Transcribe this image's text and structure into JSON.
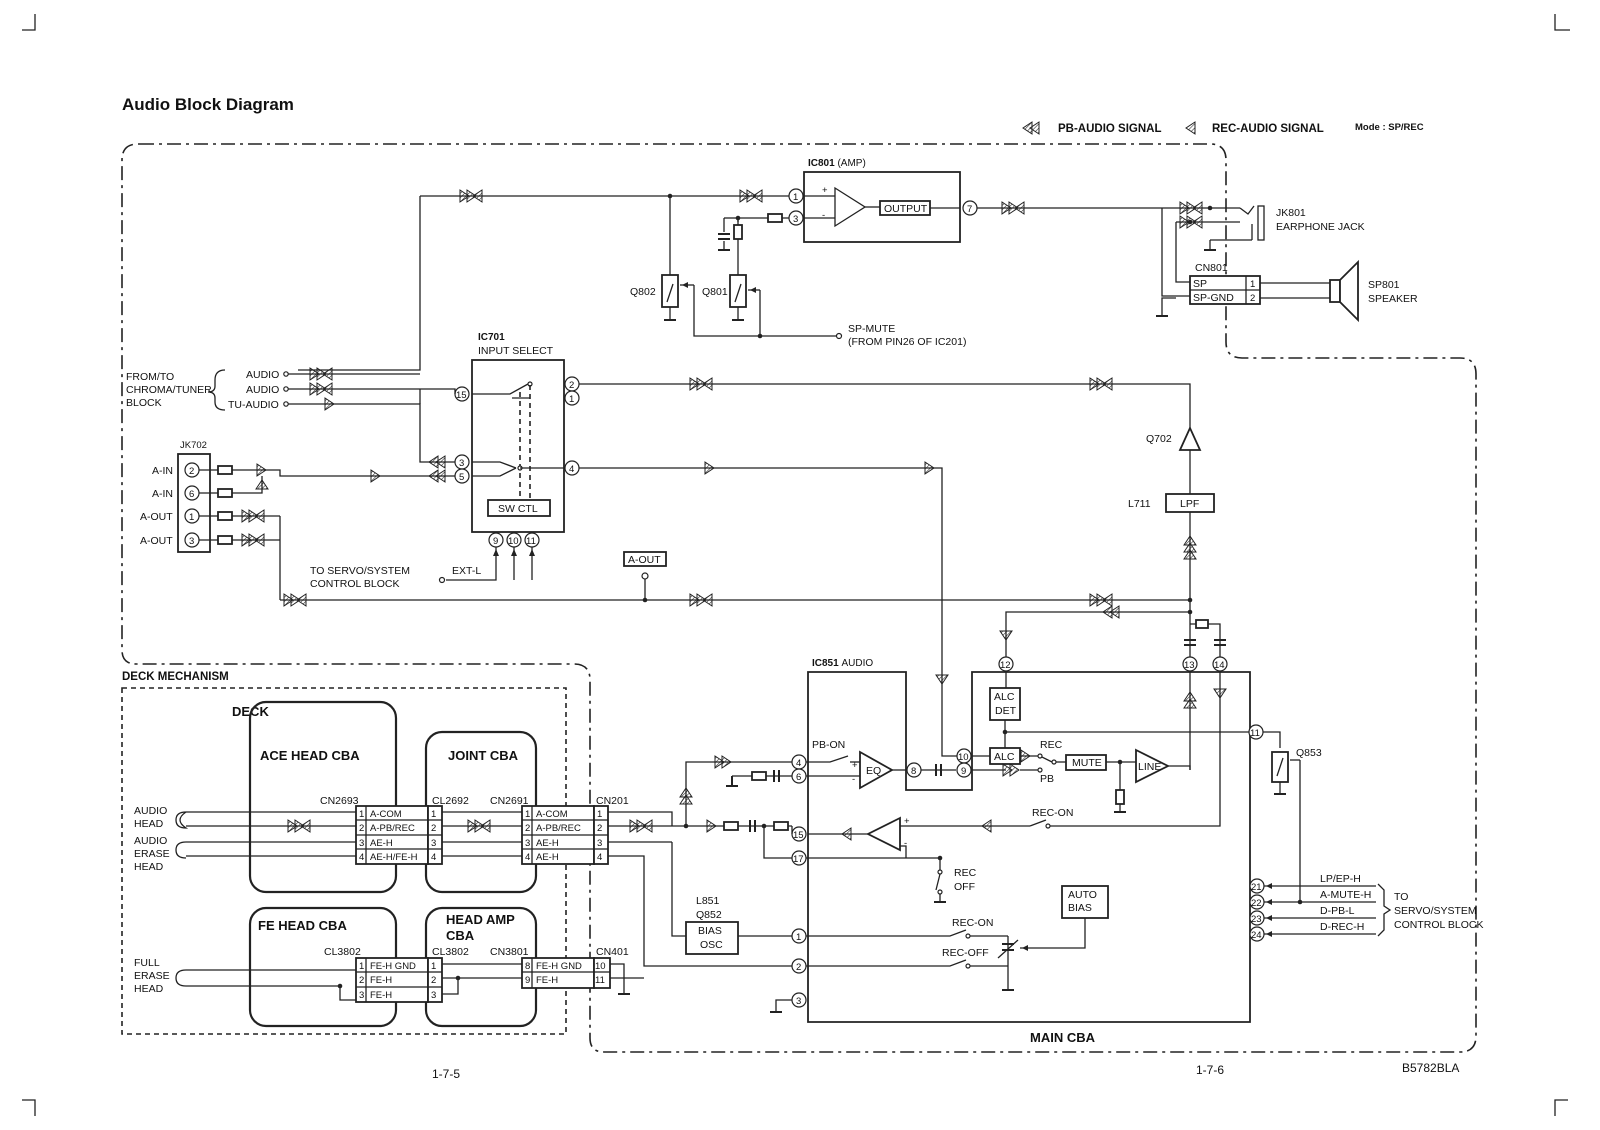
{
  "title": "Audio Block Diagram",
  "legend": {
    "pb": "PB-AUDIO SIGNAL",
    "rec": "REC-AUDIO SIGNAL",
    "mode": "Mode : SP/REC"
  },
  "corner_text": "B5782BLA",
  "page_left": "1-7-5",
  "page_right": "1-7-6",
  "labels": {
    "ic801": "IC801",
    "ic801_amp": "(AMP)",
    "output": "OUTPUT",
    "jk801": "JK801",
    "earphone": "EARPHONE JACK",
    "cn801": "CN801",
    "sp": "SP",
    "spgnd": "SP-GND",
    "sp801": "SP801",
    "speaker": "SPEAKER",
    "q802": "Q802",
    "q801": "Q801",
    "spmute": "SP-MUTE",
    "spmute_from": "(FROM PIN26 OF IC201)",
    "ic701": "IC701",
    "input_select": "INPUT SELECT",
    "from_to": "FROM/TO",
    "chroma": "CHROMA/TUNER",
    "block": "BLOCK",
    "audio1": "AUDIO",
    "audio2": "AUDIO",
    "tu_audio": "TU-AUDIO",
    "jk702": "JK702",
    "ain1": "A-IN",
    "ain2": "A-IN",
    "aout1": "A-OUT",
    "aout2": "A-OUT",
    "swctl": "SW CTL",
    "to_servo1": "TO SERVO/SYSTEM",
    "control_block1": "CONTROL BLOCK",
    "extl": "EXT-L",
    "aout_box": "A-OUT",
    "q702": "Q702",
    "l711": "L711",
    "lpf": "LPF",
    "ic851": "IC851",
    "ic851_audio": "AUDIO",
    "alc_det1": "ALC",
    "alc_det2": "DET",
    "alc": "ALC",
    "eq": "EQ",
    "pbon": "PB-ON",
    "rec": "REC",
    "pb": "PB",
    "mute": "MUTE",
    "line": "LINE",
    "q853": "Q853",
    "recon1": "REC-ON",
    "rec_sw": "REC",
    "off_sw": "OFF",
    "auto1": "AUTO",
    "auto2": "BIAS",
    "recon2": "REC-ON",
    "recoff": "REC-OFF",
    "l851": "L851",
    "q852": "Q852",
    "bias": "BIAS",
    "osc": "OSC",
    "main_cba": "MAIN CBA",
    "lpep": "LP/EP-H",
    "amuteh": "A-MUTE-H",
    "dpbl": "D-PB-L",
    "drech": "D-REC-H",
    "to2": "TO",
    "servo2": "SERVO/SYSTEM",
    "control2": "CONTROL BLOCK",
    "deck_mech": "DECK MECHANISM",
    "deck": "DECK",
    "ace": "ACE HEAD CBA",
    "joint": "JOINT CBA",
    "fe": "FE HEAD CBA",
    "headamp1": "HEAD AMP",
    "headamp2": "CBA",
    "audio_head1": "AUDIO",
    "audio_head2": "HEAD",
    "erase_head1": "AUDIO",
    "erase_head2": "ERASE",
    "erase_head3": "HEAD",
    "full1": "FULL",
    "full2": "ERASE",
    "full3": "HEAD",
    "cn2693": "CN2693",
    "cl2692": "CL2692",
    "cn2691": "CN2691",
    "cn201": "CN201",
    "cl3802a": "CL3802",
    "cl3802b": "CL3802",
    "cn3801": "CN3801",
    "cn401": "CN401",
    "acom": "A-COM",
    "apbrec": "A-PB/REC",
    "aeh": "AE-H",
    "aehfeh": "AE-H/FE-H",
    "acom2": "A-COM",
    "apbrec2": "A-PB/REC",
    "aeh2": "AE-H",
    "aeh3": "AE-H",
    "fehgnd": "FE-H GND",
    "feh": "FE-H",
    "feh2": "FE-H",
    "fehgnd2": "FE-H GND",
    "feh3": "FE-H"
  },
  "pins": {
    "p1": "1",
    "p2": "2",
    "p3": "3",
    "p4": "4",
    "p5": "5",
    "p6": "6",
    "p7": "7",
    "p8": "8",
    "p9": "9",
    "p10": "10",
    "p11": "11",
    "p12": "12",
    "p13": "13",
    "p14": "14",
    "p15": "15",
    "p17": "17",
    "p21": "21",
    "p22": "22",
    "p23": "23",
    "p24": "24",
    "p0": "8"
  }
}
